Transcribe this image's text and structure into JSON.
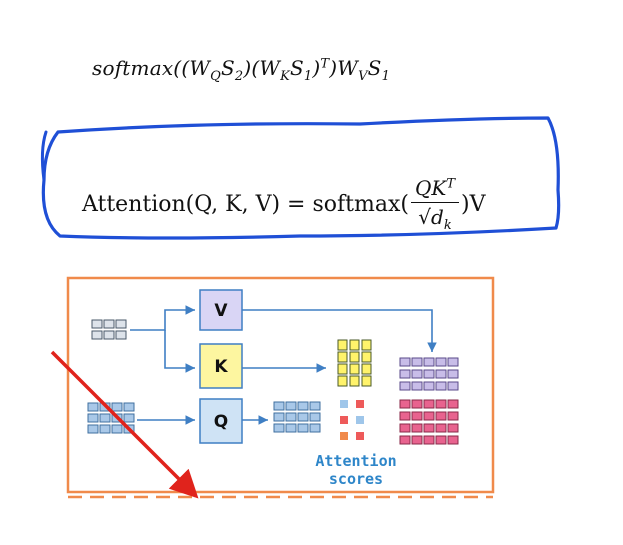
{
  "formula_top": {
    "text": "softmax((W_Q S_2)(W_K S_1)^T) W_V S_1"
  },
  "formula_boxed": {
    "lhs": "Attention(Q, K, V) = softmax(",
    "numerator": "QK",
    "numerator_sup": "T",
    "denominator": "√d",
    "denominator_sub": "k",
    "rhs": ")V"
  },
  "diagram": {
    "nodes": {
      "v": "V",
      "k": "K",
      "q": "Q"
    },
    "caption_line1": "Attention",
    "caption_line2": "scores"
  },
  "colors": {
    "annotation_blue": "#1f4fd6",
    "frame_orange": "#f08a4b",
    "arrow_red": "#e0231c",
    "v_fill": "#d9d5f5",
    "k_fill": "#fdf6a0",
    "q_fill": "#cfe3f5",
    "matrix_gray": "#dde3ea",
    "matrix_blue": "#a9c8e8",
    "matrix_yellow": "#fff36b",
    "matrix_purple": "#c8bde8",
    "matrix_pink": "#e8638f",
    "caption_blue": "#2e86c9"
  }
}
